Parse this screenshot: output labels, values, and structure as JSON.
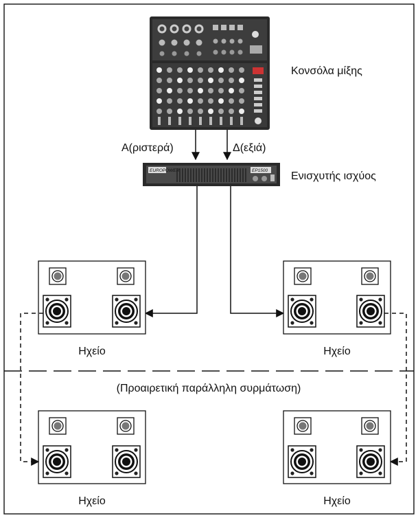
{
  "labels": {
    "mixer": "Κονσόλα μίξης",
    "left_channel": "Α(ριστερά)",
    "right_channel": "Δ(εξιά)",
    "amplifier": "Ενισχυτής ισχύος",
    "speaker_top_left": "Ηχείο",
    "speaker_top_right": "Ηχείο",
    "optional_wiring": "(Προαιρετική παράλληλη συρμάτωση)",
    "speaker_bottom_left": "Ηχείο",
    "speaker_bottom_right": "Ηχείο"
  },
  "amplifier_panel": {
    "brand_text": "EUROPOWER",
    "model_text": "EP1500"
  },
  "colors": {
    "line": "#111111",
    "device_dark": "#2a2a2a",
    "panel_bg": "#ffffff"
  }
}
